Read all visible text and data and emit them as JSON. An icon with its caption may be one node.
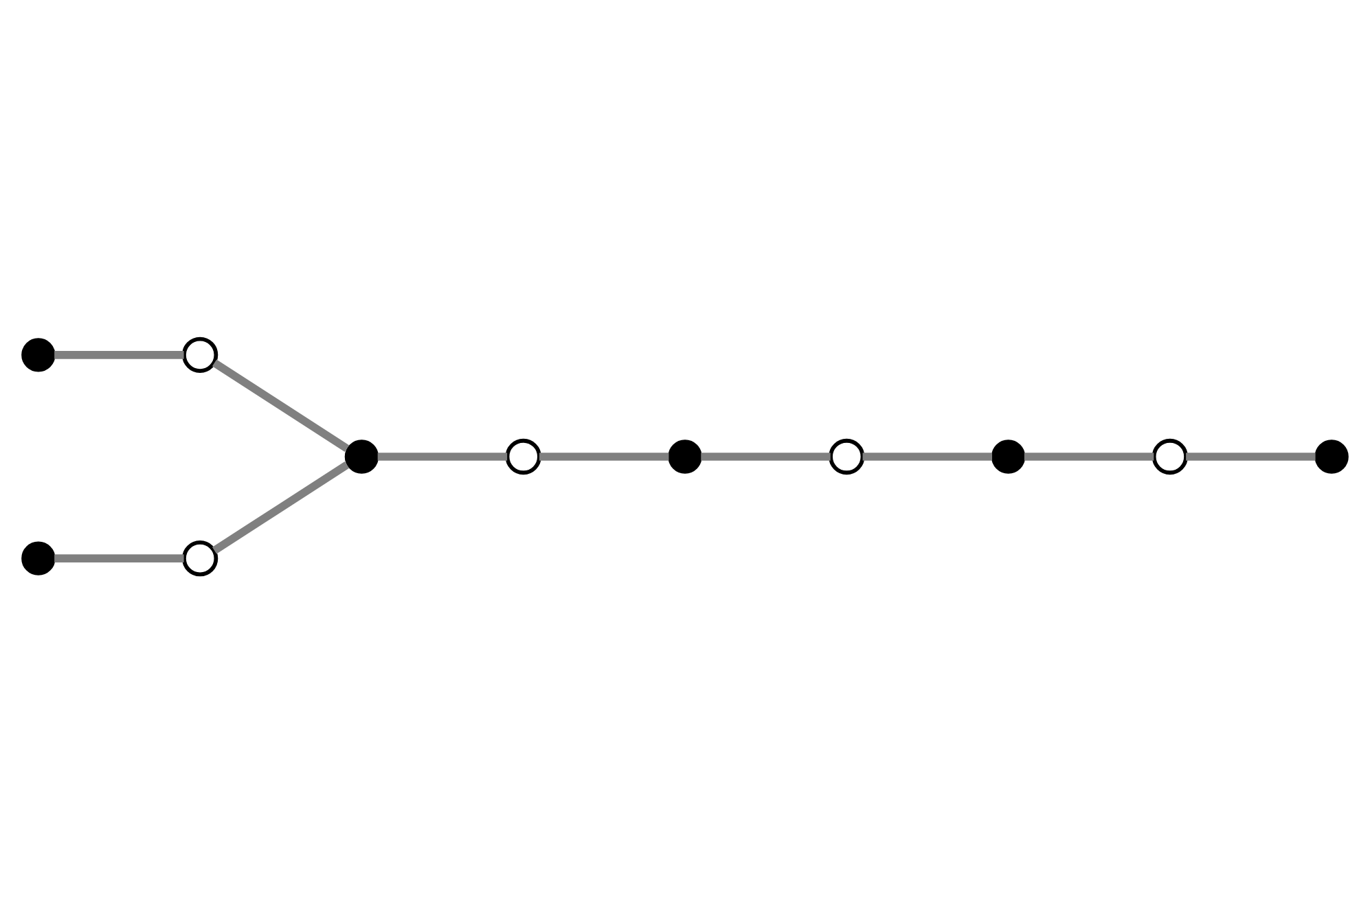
{
  "diagram": {
    "nodes": [
      {
        "text": [],
        "shape": "dot"
      },
      {
        "text": [],
        "shape": "circle"
      },
      {
        "text": [],
        "shape": "dot"
      },
      {
        "text": [],
        "shape": "circle"
      },
      {
        "text": [],
        "shape": "dot"
      },
      {
        "text": [],
        "shape": "circle"
      },
      {
        "text": [],
        "shape": "dot"
      },
      {
        "text": [],
        "shape": "circle"
      },
      {
        "text": [],
        "shape": "dot"
      },
      {
        "text": [],
        "shape": "circle"
      },
      {
        "text": [],
        "shape": "dot"
      }
    ],
    "edges": [
      {
        "from": 0,
        "to": 1,
        "arrow": "none"
      },
      {
        "from": 1,
        "to": 2,
        "arrow": "none"
      },
      {
        "from": 10,
        "to": 9,
        "arrow": "none"
      },
      {
        "from": 9,
        "to": 2,
        "arrow": "none"
      },
      {
        "from": 2,
        "to": 3,
        "arrow": "none"
      },
      {
        "from": 3,
        "to": 4,
        "arrow": "none"
      },
      {
        "from": 4,
        "to": 5,
        "arrow": "none"
      },
      {
        "from": 5,
        "to": 6,
        "arrow": "none"
      },
      {
        "from": 6,
        "to": 7,
        "arrow": "none"
      },
      {
        "from": 7,
        "to": 8,
        "arrow": "none"
      }
    ]
  }
}
